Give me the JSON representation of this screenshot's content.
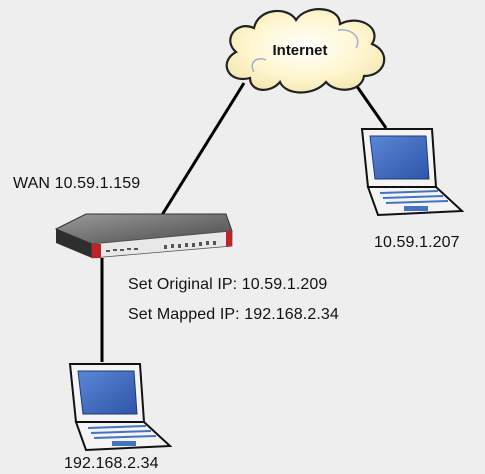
{
  "cloud": {
    "label": "Internet",
    "icon": "cloud-icon",
    "fill": "#fff7d6",
    "stroke": "#6a8db0"
  },
  "router": {
    "wan_label": "WAN 10.59.1.159",
    "accent": "#c0222a",
    "icon": "router-icon"
  },
  "nat_rule": {
    "original_ip": "Set Original IP: 10.59.1.209",
    "mapped_ip": "Set Mapped IP: 192.168.2.34"
  },
  "hosts": [
    {
      "label": "10.59.1.207",
      "icon": "laptop-icon"
    },
    {
      "label": "192.168.2.34",
      "icon": "laptop-icon"
    }
  ],
  "colors": {
    "background": "#eeeeee",
    "link": "#000000",
    "laptop_screen": "#4472c4"
  }
}
